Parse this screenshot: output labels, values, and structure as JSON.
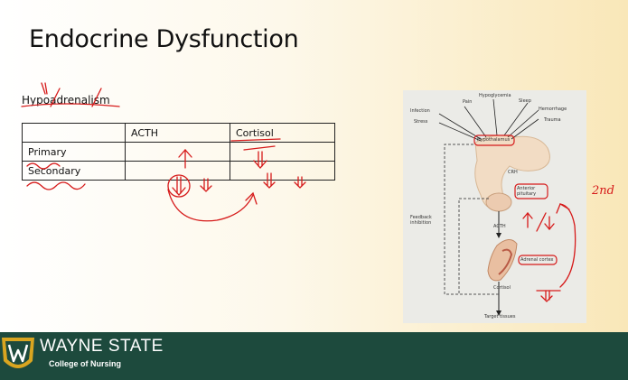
{
  "slide": {
    "title": "Endocrine Dysfunction",
    "subtitle": "Hypoadrenalism",
    "margin_note": "2nd"
  },
  "table": {
    "headers": [
      "",
      "ACTH",
      "Cortisol"
    ],
    "rows": [
      {
        "label": "Primary"
      },
      {
        "label": "Secondary"
      }
    ]
  },
  "diagram": {
    "labels": {
      "pain": "Pain",
      "hypoglycemia": "Hypoglycemia",
      "sleep": "Sleep",
      "infection": "Infection",
      "hemorrhage": "Hemorrhage",
      "stress": "Stress",
      "trauma": "Trauma",
      "hypothalamus": "Hypothalamus",
      "crh": "CRH",
      "anterior_pituitary": "Anterior pituitary",
      "feedback": "Feedback inhibition",
      "acth": "ACTH",
      "adrenal_cortex": "Adrenal cortex",
      "cortisol": "Cortisol",
      "target": "Target tissues"
    }
  },
  "footer": {
    "brand": "WAYNE STATE",
    "sub": "College of Nursing"
  },
  "colors": {
    "ink": "#d61a1a",
    "footer": "#1d4a3d",
    "logo_gold": "#d9a520"
  }
}
